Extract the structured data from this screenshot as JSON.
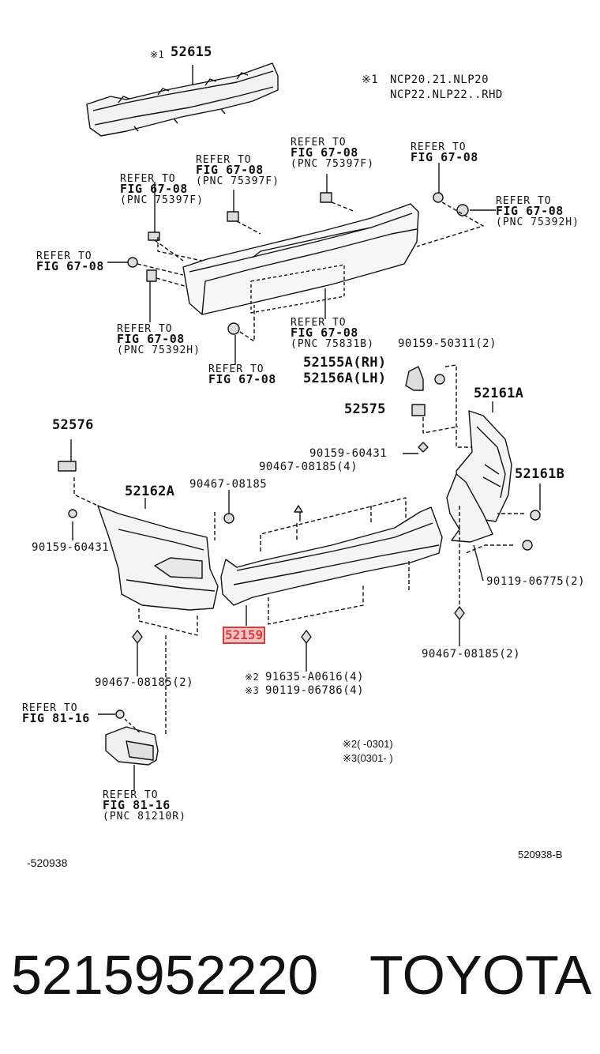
{
  "notes": {
    "marker1_symbol": "※1",
    "marker1_line1": "NCP20.21.NLP20",
    "marker1_line2": "NCP22.NLP22..RHD",
    "marker2": "※2(      -0301)",
    "marker3": "※3(0301-      )"
  },
  "refs": {
    "ref_line": "REFER TO",
    "fig_67": "FIG 67-08",
    "fig_81": "FIG 81-16",
    "pnc_75397f": "(PNC 75397F)",
    "pnc_75392h": "(PNC 75392H)",
    "pnc_75831b": "(PNC 75831B)",
    "pnc_81210r": "(PNC 81210R)"
  },
  "parts": {
    "p52615_prefix": "※1",
    "p52615": "52615",
    "p52155a": "52155A(RH)",
    "p52156a": "52156A(LH)",
    "p90159_50311": "90159-50311(2)",
    "p52575": "52575",
    "p52161a": "52161A",
    "p52576": "52576",
    "p90159_60431_r": "90159-60431",
    "p90467_08185_4": "90467-08185(4)",
    "p52161b": "52161B",
    "p52162a": "52162A",
    "p90467_08185": "90467-08185",
    "p90159_60431_l": "90159-60431",
    "p90119_06775": "90119-06775(2)",
    "p52159": "52159",
    "p90467_08185_2r": "90467-08185(2)",
    "p90467_08185_2l": "90467-08185(2)",
    "p91635_prefix": "※2",
    "p91635": "91635-A0616(4)",
    "p90119_06786_prefix": "※3",
    "p90119_06786": "90119-06786(4)"
  },
  "codes": {
    "left_code": "-520938",
    "right_code": "520938-B"
  },
  "footer": {
    "part_number": "5215952220",
    "brand": "TOYOTA"
  },
  "colors": {
    "highlight_border": "#e03a3a",
    "highlight_fill": "#f6c6c6",
    "line": "#111111"
  }
}
